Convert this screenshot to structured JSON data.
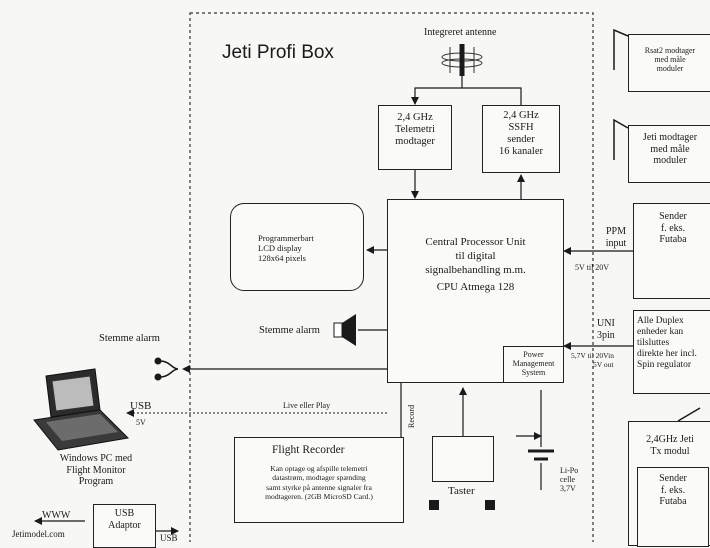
{
  "diagram": {
    "title": "Jeti Profi Box",
    "antenna_label": "Integreret antenne",
    "telemetry_rx": {
      "l1": "2,4 GHz",
      "l2": "Telemetri",
      "l3": "modtager"
    },
    "ssfh_tx": {
      "l1": "2,4 GHz",
      "l2": "SSFH",
      "l3": "sender",
      "l4": "16 kanaler"
    },
    "lcd": {
      "l1": "Programmerbart",
      "l2": "LCD display",
      "l3": "128x64 pixels"
    },
    "cpu": {
      "l1": "Central Processor Unit",
      "l2": "til digital",
      "l3": "signalbehandling m.m.",
      "l4": "CPU Atmega 128"
    },
    "pms": {
      "l1": "Power",
      "l2": "Management",
      "l3": "System"
    },
    "voice_alarm_inner": "Stemme alarm",
    "voice_alarm_outer": "Stemme alarm",
    "ppm": {
      "l1": "PPM",
      "l2": "input",
      "volt": "5V til 20V"
    },
    "uni": {
      "l1": "UNI",
      "l2": "3pin",
      "volt1": "5,7V til 20Vin",
      "volt2": "5V out"
    },
    "rsat": {
      "l1": "Rsat2 modtager",
      "l2": "med måle",
      "l3": "moduler"
    },
    "jeti_rx": {
      "l1": "Jeti modtager",
      "l2": "med måle",
      "l3": "moduler"
    },
    "sender_top": {
      "l1": "Sender",
      "l2": "f. eks.",
      "l3": "Futaba"
    },
    "duplex": {
      "l1": "Alle Duplex",
      "l2": "enheder kan",
      "l3": "tilsluttes",
      "l4": "direkte her incl.",
      "l5": "Spin regulator"
    },
    "tx_module": {
      "l1": "2,4GHz Jeti",
      "l2": "Tx modul"
    },
    "sender_bottom": {
      "l1": "Sender",
      "l2": "f. eks.",
      "l3": "Futaba"
    },
    "usb": {
      "l1": "USB",
      "l2": "5V"
    },
    "live_play": "Live eller Play",
    "record": "Record",
    "flight_recorder": {
      "title": "Flight Recorder",
      "l1": "Kan optage og afspille telemetri",
      "l2": "datastrøm, modtager spænding",
      "l3": "samt styrke på antenne signaler fra",
      "l4": "modtageren. (2GB MicroSD Card.)"
    },
    "taster": "Taster",
    "lipo": {
      "l1": "Li-Po",
      "l2": "celle",
      "l3": "3,7V"
    },
    "pc": {
      "l1": "Windows PC med",
      "l2": "Flight Monitor",
      "l3": "Program"
    },
    "www": "WWW",
    "website": "Jetimodel.com",
    "usb_adaptor": {
      "l1": "USB",
      "l2": "Adaptor"
    },
    "usb_small": "USB"
  }
}
